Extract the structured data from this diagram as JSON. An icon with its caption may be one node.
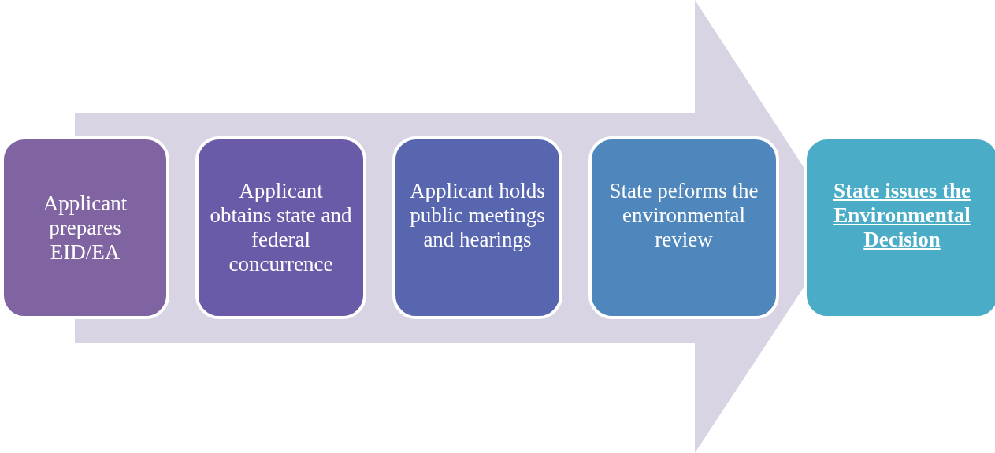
{
  "diagram": {
    "nodes": [
      {
        "text": [
          "Applicant prepares EID/EA"
        ]
      },
      {
        "text": [
          "Applicant obtains state and federal concurrence"
        ]
      },
      {
        "text": [
          "Applicant holds public meetings and hearings"
        ]
      },
      {
        "text": [
          "State peforms the environmental review"
        ]
      },
      {
        "text": [
          "State issues the Environmental Decision"
        ]
      }
    ],
    "edges": [
      {
        "from": 0,
        "to": 4,
        "arrow": "to"
      }
    ]
  }
}
